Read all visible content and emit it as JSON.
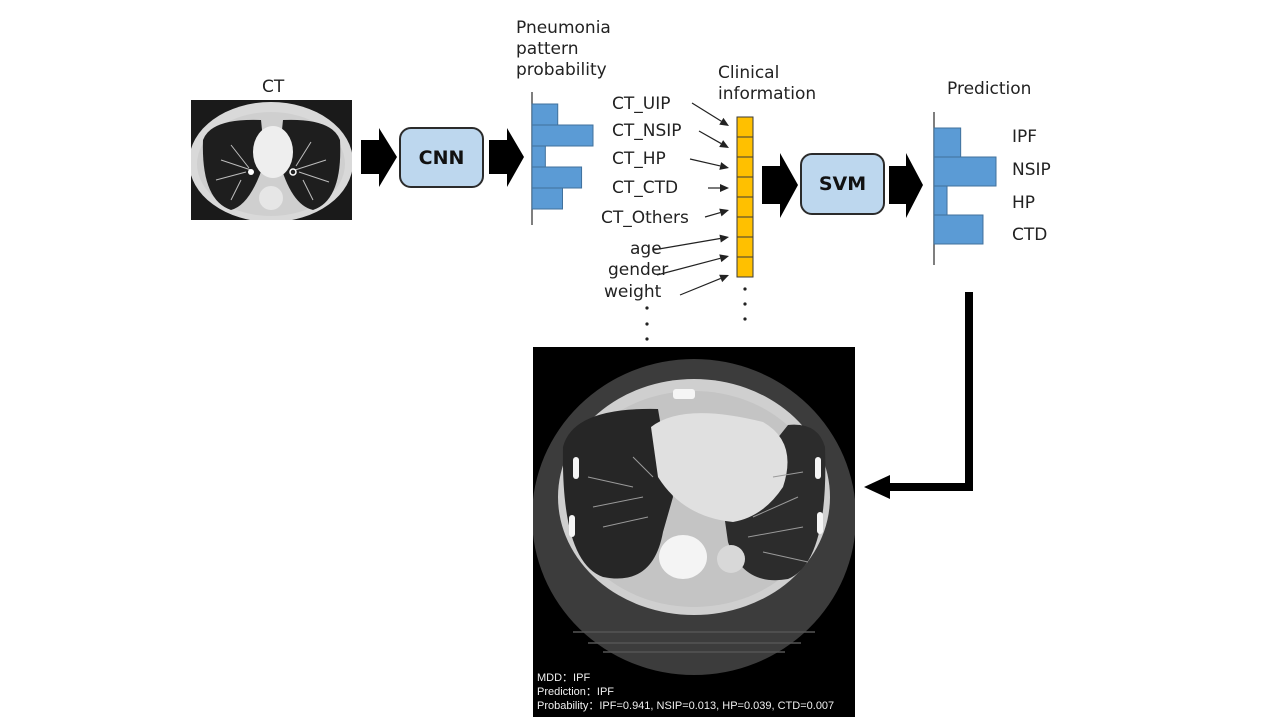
{
  "input": {
    "title": "CT",
    "image_alt": "Axial chest CT slice (input)"
  },
  "cnn": {
    "label": "CNN"
  },
  "pattern_prob": {
    "title_lines": [
      "Pneumonia",
      "pattern",
      "probability"
    ],
    "bars": [
      0.27,
      0.64,
      0.14,
      0.52,
      0.32
    ]
  },
  "clinical": {
    "title_lines": [
      "Clinical",
      "information"
    ],
    "features": [
      "CT_UIP",
      "CT_NSIP",
      "CT_HP",
      "CT_CTD",
      "CT_Others",
      "age",
      "gender",
      "weight"
    ],
    "vector_cells": 8,
    "ellipsis": "⋮"
  },
  "svm": {
    "label": "SVM"
  },
  "prediction": {
    "title": "Prediction",
    "classes": [
      "IPF",
      "NSIP",
      "HP",
      "CTD"
    ],
    "bars": [
      0.43,
      1.0,
      0.21,
      0.79
    ]
  },
  "result": {
    "image_alt": "Axial chest CT slice with fibrotic changes (output)",
    "lines": [
      "MDD：IPF",
      "Prediction：IPF",
      "Probability：IPF=0.941, NSIP=0.013, HP=0.039, CTD=0.007"
    ]
  },
  "colors": {
    "bar_fill": "#5b9bd5",
    "bar_stroke": "#41719c",
    "vector_fill": "#ffc000",
    "box_fill": "#bdd7ee",
    "arrow": "#000000"
  }
}
